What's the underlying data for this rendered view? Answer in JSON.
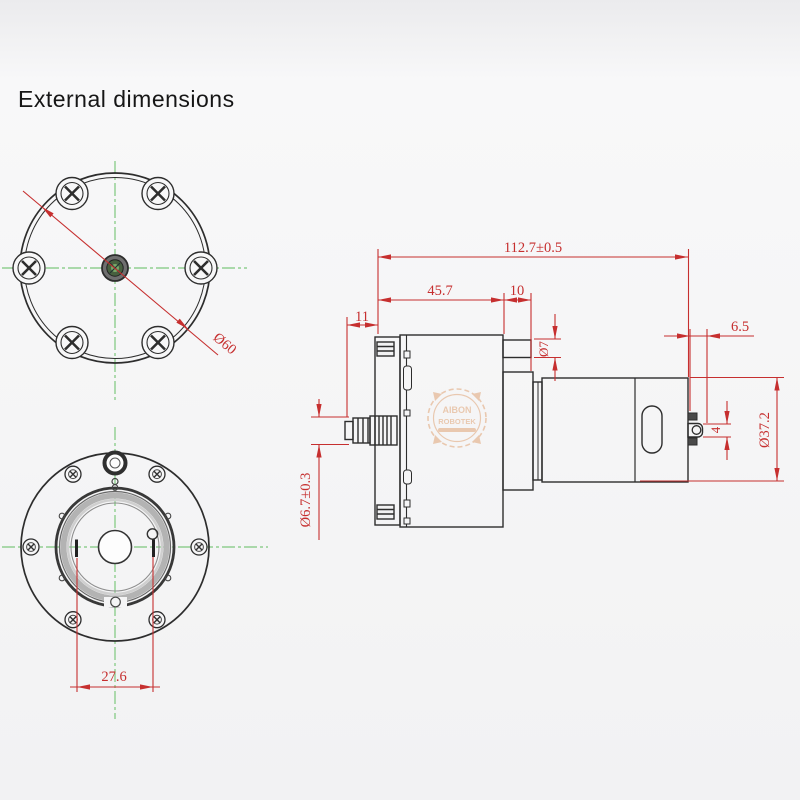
{
  "page": {
    "title": "External dimensions"
  },
  "colors": {
    "dimension_red": "#c62f2f",
    "centerline_green": "#7dc87d",
    "drawing_black": "#2d2d2d",
    "watermark_orange": "#d98c4f"
  },
  "top_view": {
    "description": "front circular view of round gearbox flange with 6 phillips screws",
    "diameter_label": "Ø60"
  },
  "bottom_view": {
    "description": "rear circular view of pump head with center bore and port holes",
    "port_spacing_label": "27.6"
  },
  "side_view": {
    "overall_length_label": "112.7±0.5",
    "gearbox_length_label": "45.7",
    "flange_length_label": "10",
    "nozzle_length_label": "11",
    "boss_diameter_label": "Ø7",
    "rear_shaft_length_label": "6.5",
    "rear_shaft_diameter_label": "4",
    "motor_diameter_label": "Ø37.2",
    "nozzle_diameter_label": "Ø6.7±0.3"
  },
  "watermark": {
    "line1": "AIBON",
    "line2": "ROBOTEK"
  }
}
